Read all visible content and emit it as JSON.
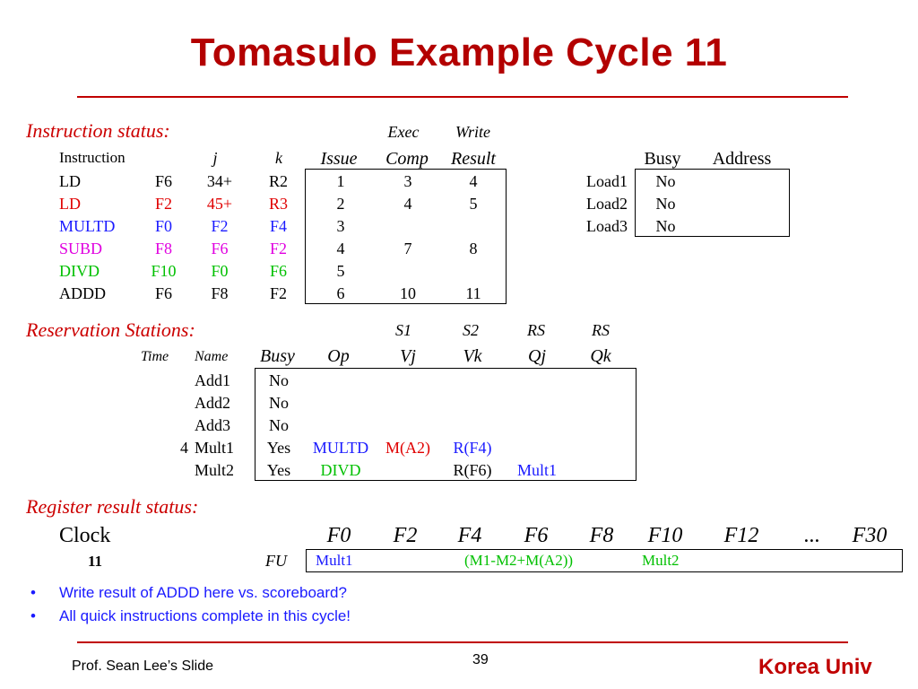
{
  "title": "Tomasulo Example Cycle 11",
  "instr": {
    "section_label": "Instruction status:",
    "hdr_exec": "Exec",
    "hdr_write": "Write",
    "hdr_instruction": "Instruction",
    "hdr_j": "j",
    "hdr_k": "k",
    "hdr_issue": "Issue",
    "hdr_comp": "Comp",
    "hdr_result": "Result",
    "rows": [
      {
        "op": "LD",
        "d": "F6",
        "j": "34+",
        "k": "R2",
        "issue": "1",
        "comp": "3",
        "result": "4",
        "color": "#000000"
      },
      {
        "op": "LD",
        "d": "F2",
        "j": "45+",
        "k": "R3",
        "issue": "2",
        "comp": "4",
        "result": "5",
        "color": "#e00000"
      },
      {
        "op": "MULTD",
        "d": "F0",
        "j": "F2",
        "k": "F4",
        "issue": "3",
        "comp": "",
        "result": "",
        "color": "#1a1aff"
      },
      {
        "op": "SUBD",
        "d": "F8",
        "j": "F6",
        "k": "F2",
        "issue": "4",
        "comp": "7",
        "result": "8",
        "color": "#e000e0"
      },
      {
        "op": "DIVD",
        "d": "F10",
        "j": "F0",
        "k": "F6",
        "issue": "5",
        "comp": "",
        "result": "",
        "color": "#00c000"
      },
      {
        "op": "ADDD",
        "d": "F6",
        "j": "F8",
        "k": "F2",
        "issue": "6",
        "comp": "10",
        "result": "11",
        "color": "#000000"
      }
    ]
  },
  "load": {
    "hdr_busy": "Busy",
    "hdr_address": "Address",
    "rows": [
      {
        "name": "Load1",
        "busy": "No",
        "address": ""
      },
      {
        "name": "Load2",
        "busy": "No",
        "address": ""
      },
      {
        "name": "Load3",
        "busy": "No",
        "address": ""
      }
    ]
  },
  "rs": {
    "section_label": "Reservation Stations:",
    "hdr_s1": "S1",
    "hdr_s2": "S2",
    "hdr_rs1": "RS",
    "hdr_rs2": "RS",
    "hdr_time": "Time",
    "hdr_name": "Name",
    "hdr_busy": "Busy",
    "hdr_op": "Op",
    "hdr_vj": "Vj",
    "hdr_vk": "Vk",
    "hdr_qj": "Qj",
    "hdr_qk": "Qk",
    "rows": [
      {
        "time": "",
        "name": "Add1",
        "busy": "No",
        "op": "",
        "vj": "",
        "vk": "",
        "qj": "",
        "qk": ""
      },
      {
        "time": "",
        "name": "Add2",
        "busy": "No",
        "op": "",
        "vj": "",
        "vk": "",
        "qj": "",
        "qk": ""
      },
      {
        "time": "",
        "name": "Add3",
        "busy": "No",
        "op": "",
        "vj": "",
        "vk": "",
        "qj": "",
        "qk": ""
      },
      {
        "time": "4",
        "name": "Mult1",
        "busy": "Yes",
        "op": "MULTD",
        "vj": "M(A2)",
        "vk": "R(F4)",
        "qj": "",
        "qk": ""
      },
      {
        "time": "",
        "name": "Mult2",
        "busy": "Yes",
        "op": "DIVD",
        "vj": "",
        "vk": "R(F6)",
        "qj": "Mult1",
        "qk": ""
      }
    ]
  },
  "reg": {
    "section_label": "Register result status:",
    "clock_label": "Clock",
    "clock_value": "11",
    "fu_label": "FU",
    "registers": [
      "F0",
      "F2",
      "F4",
      "F6",
      "F8",
      "F10",
      "F12",
      "...",
      "F30"
    ],
    "fu_mult1": "Mult1",
    "fu_f6": "(M1-M2+M(A2))",
    "fu_mult2": "Mult2"
  },
  "bullets": [
    "Write result of ADDD here vs. scoreboard?",
    "All quick instructions complete in this cycle!"
  ],
  "footer": {
    "author": "Prof. Sean Lee’s Slide",
    "page": "39",
    "org": "Korea Univ"
  },
  "colors": {
    "title": "#b30000",
    "section": "#cc0000",
    "blue": "#1a1aff",
    "red": "#e00000",
    "magenta": "#e000e0",
    "green": "#00c000"
  }
}
